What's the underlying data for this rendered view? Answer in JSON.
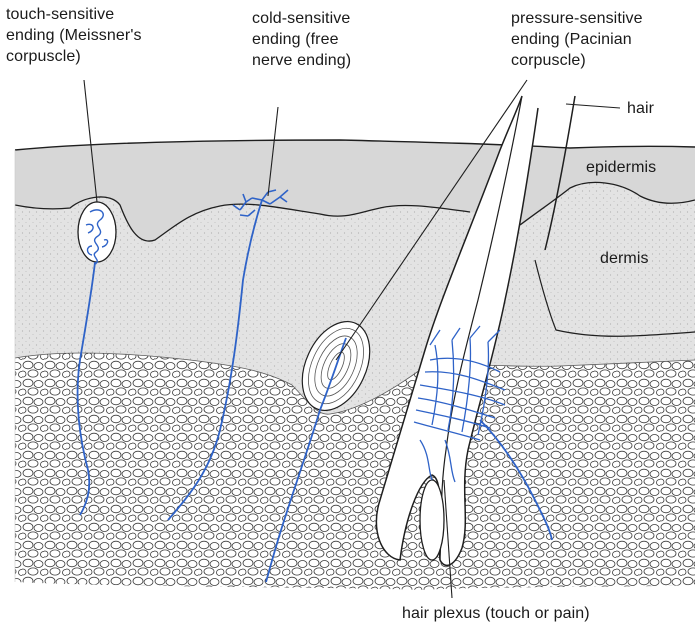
{
  "labels": {
    "touch": "touch-sensitive\nending (Meissner's\ncorpuscle)",
    "cold": "cold-sensitive\nending (free\nnerve ending)",
    "pressure": "pressure-sensitive\nending (Pacinian\ncorpuscle)",
    "hair": "hair",
    "epidermis": "epidermis",
    "dermis": "dermis",
    "plexus": "hair plexus (touch or pain)"
  },
  "colors": {
    "nerve": "#2f63c8",
    "outline": "#1f1f1f",
    "skin": "#e4e4e4",
    "background": "#ffffff"
  }
}
